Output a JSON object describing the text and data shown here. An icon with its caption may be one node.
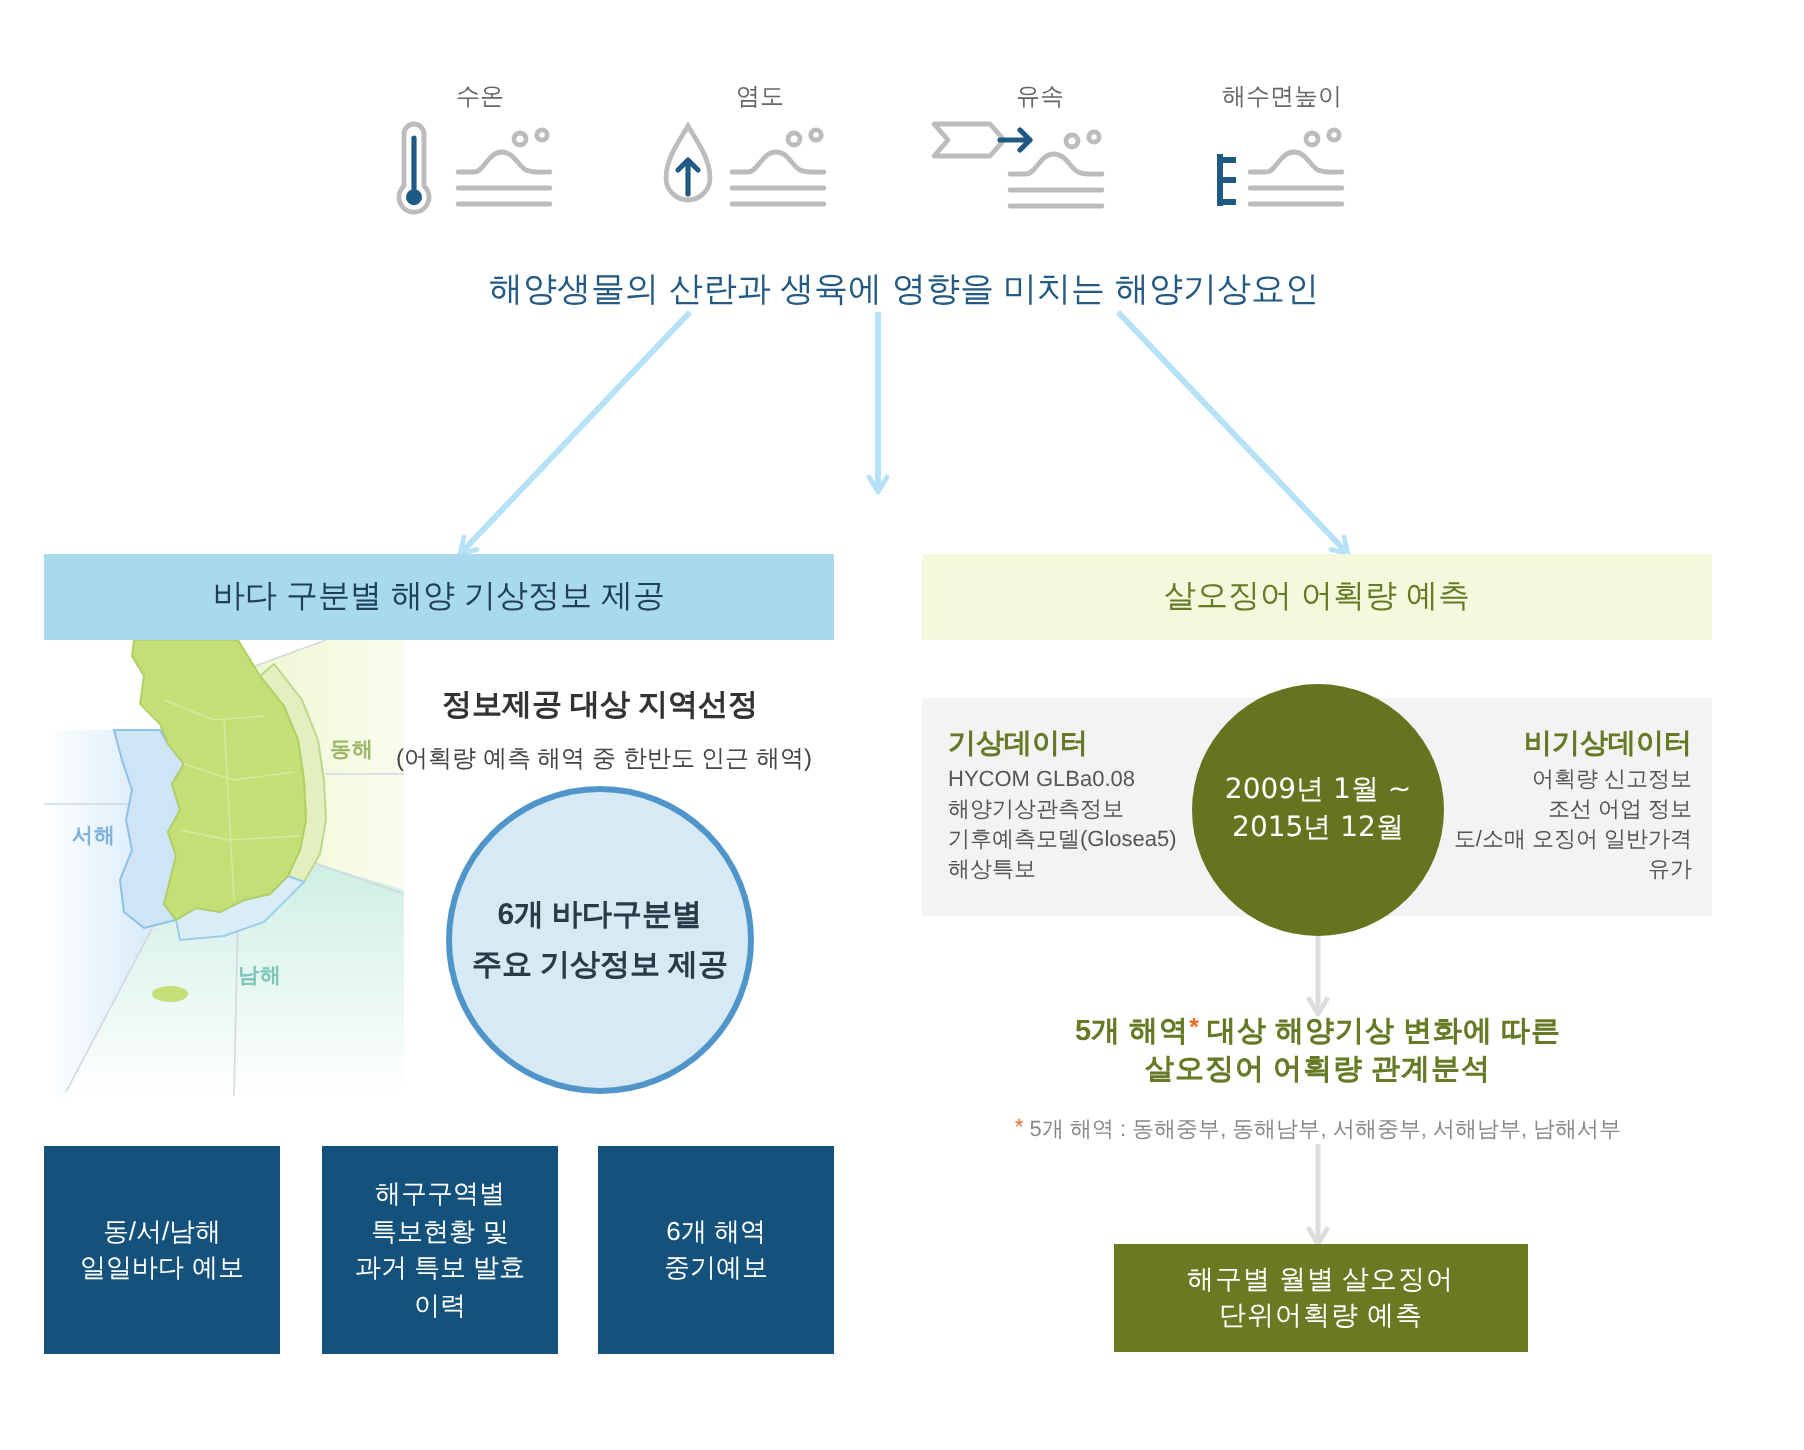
{
  "diagram": {
    "nodes": [
      {
        "text": [
          "해양생물의 산란과 생육에 영향을 미치는 해양기상요인"
        ]
      },
      {
        "text": [
          "바다 구분별 해양 기상정보 제공"
        ]
      },
      {
        "text": [
          "6개 바다구분별 주요 기상정보 제공"
        ],
        "beside": [
          "정보제공 대상 지역선정",
          "(어획량 예측 해역 중 한반도 인근 해역)"
        ]
      },
      {
        "text": [
          "동/서/남해 일일바다 예보"
        ]
      },
      {
        "text": [
          "해구구역별 특보현황 및 과거 특보 발효 이력"
        ]
      },
      {
        "text": [
          "6개 해역 중기예보"
        ]
      },
      {
        "text": [
          "살오징어 어획량 예측"
        ]
      },
      {
        "text": [
          "기상데이터",
          "HYCOM GLBa0.08",
          "해양기상관측정보",
          "기후예측모델(Glosea5)",
          "해상특보",
          "비기상데이터",
          "어획량 신고정보",
          "조선 어업 정보",
          "도/소매 오징어 일반가격",
          "유가"
        ]
      },
      {
        "text": [
          "2009년 1월 ~ 2015년 12월"
        ]
      },
      {
        "text": [
          "5개 해역$^{*}$ 대상 해양기상 변화에 따른 살오징어 어획량 관계분석"
        ],
        "beside": [
          "$^{*}$ 5개 해역 : 동해중부, 동해남부, 서해중부, 서해남부, 남해서부"
        ]
      },
      {
        "text": [
          "해구별 월별 살오징어 단위어획량 예측"
        ]
      }
    ],
    "edges": [
      {
        "from": 0,
        "to": 1,
        "arrow": "to"
      },
      {
        "from": 0,
        "to": null,
        "arrow": "to"
      },
      {
        "from": 0,
        "to": 6,
        "arrow": "to"
      },
      {
        "from": 8,
        "to": 9,
        "arrow": "to",
        "color": "#dddddd"
      },
      {
        "from": 9,
        "to": 10,
        "arrow": "to",
        "color": "#dddddd"
      }
    ],
    "labels": [
      "수온",
      "염도",
      "유속",
      "해수면높이",
      "동해",
      "서해",
      "남해"
    ]
  }
}
